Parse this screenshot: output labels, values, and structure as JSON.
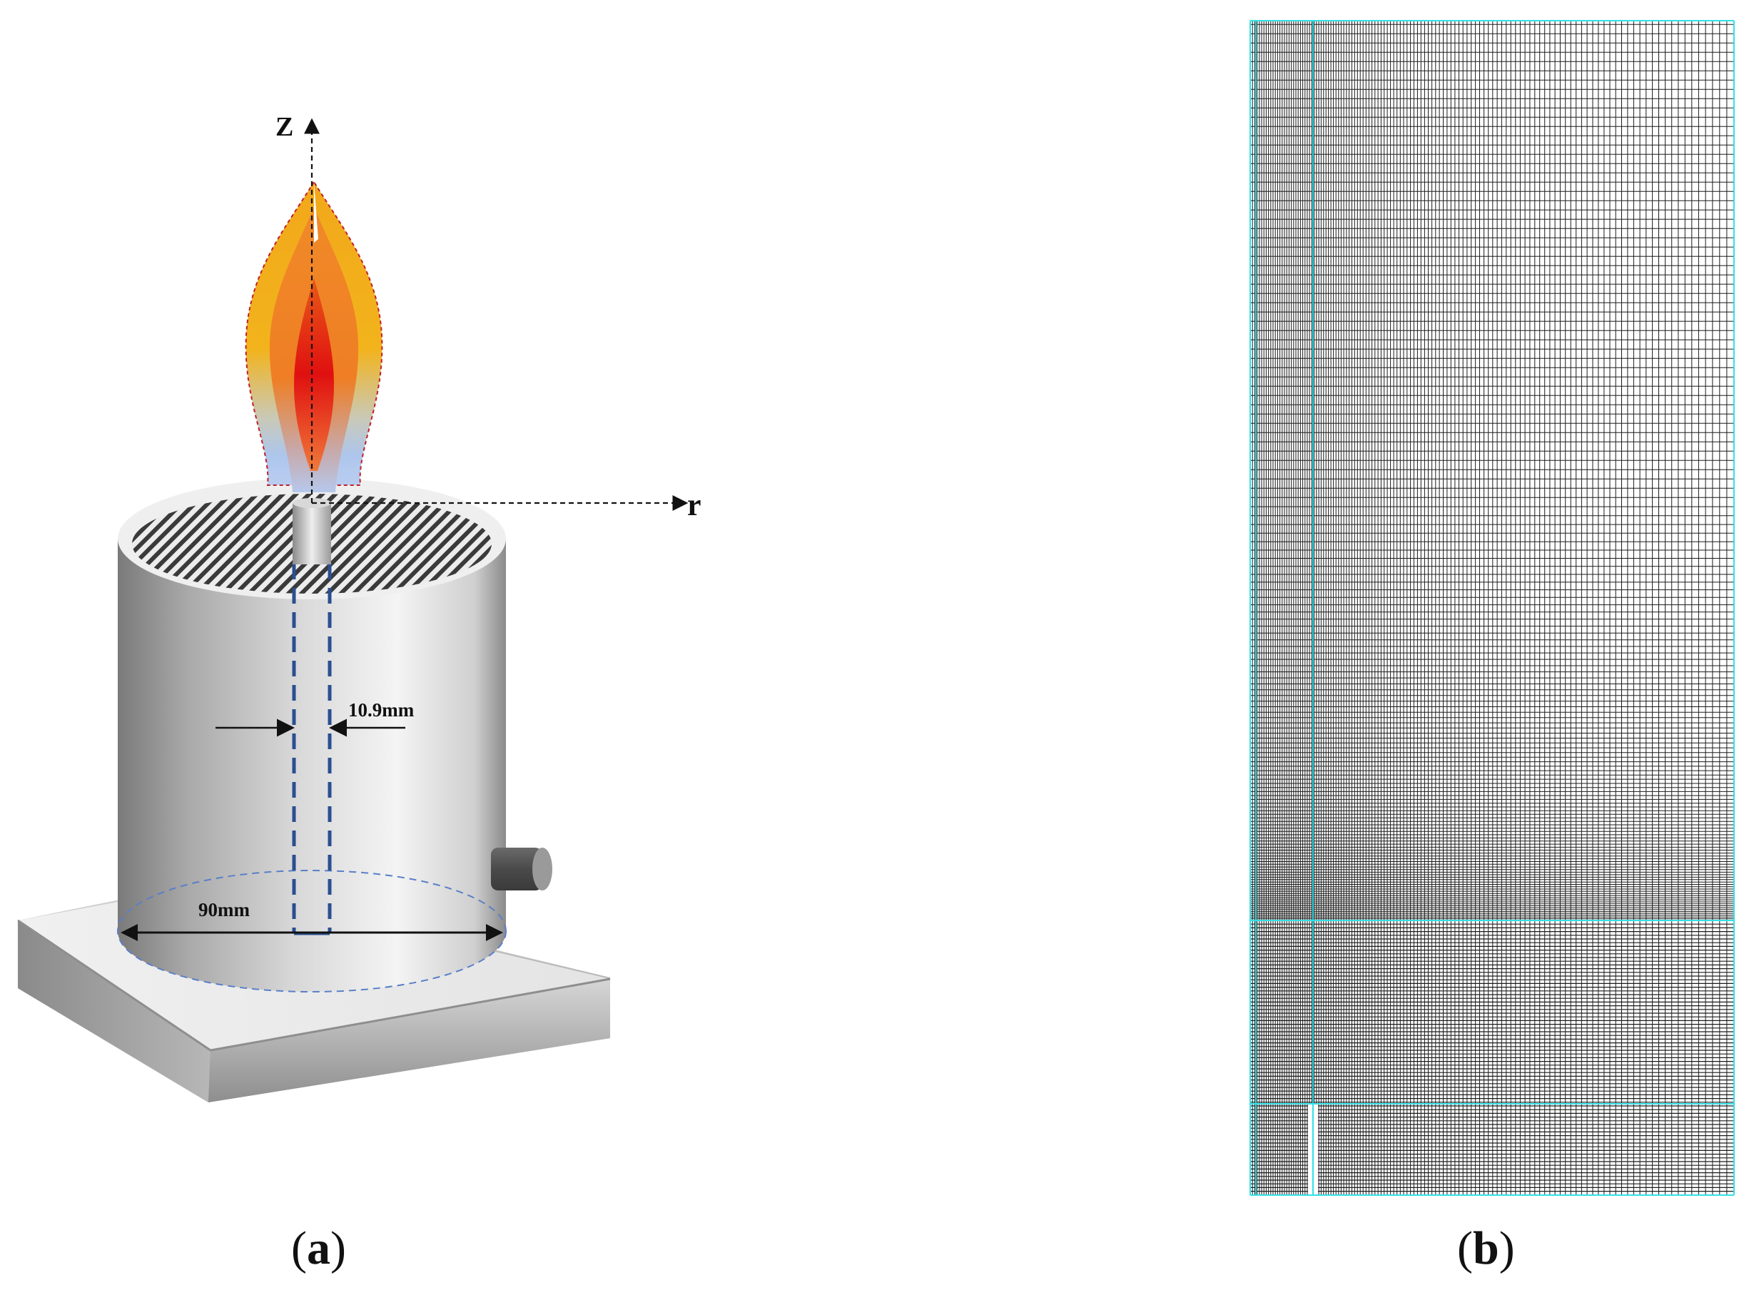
{
  "panel_a": {
    "axis_z_label": "Z",
    "axis_r_label": "r",
    "nozzle_diameter_label": "10.9mm",
    "burner_diameter_label": "90mm",
    "caption_open": "(",
    "caption_letter": "a",
    "caption_close": ")"
  },
  "panel_b": {
    "caption_open": "(",
    "caption_letter": "b",
    "caption_close": ")",
    "block_outline_color": "#33e0e6",
    "grid_line_color": "#1a1a1a"
  },
  "colors": {
    "flame_core": "#e01010",
    "flame_mid": "#ee7a22",
    "flame_outer": "#f2b018",
    "flame_base": "#aec6ec",
    "flame_edge": "#c0202a",
    "cylinder_dark": "#7c7c7c",
    "cylinder_light": "#f1f1f1",
    "dashed_tube": "#2a4f90"
  }
}
